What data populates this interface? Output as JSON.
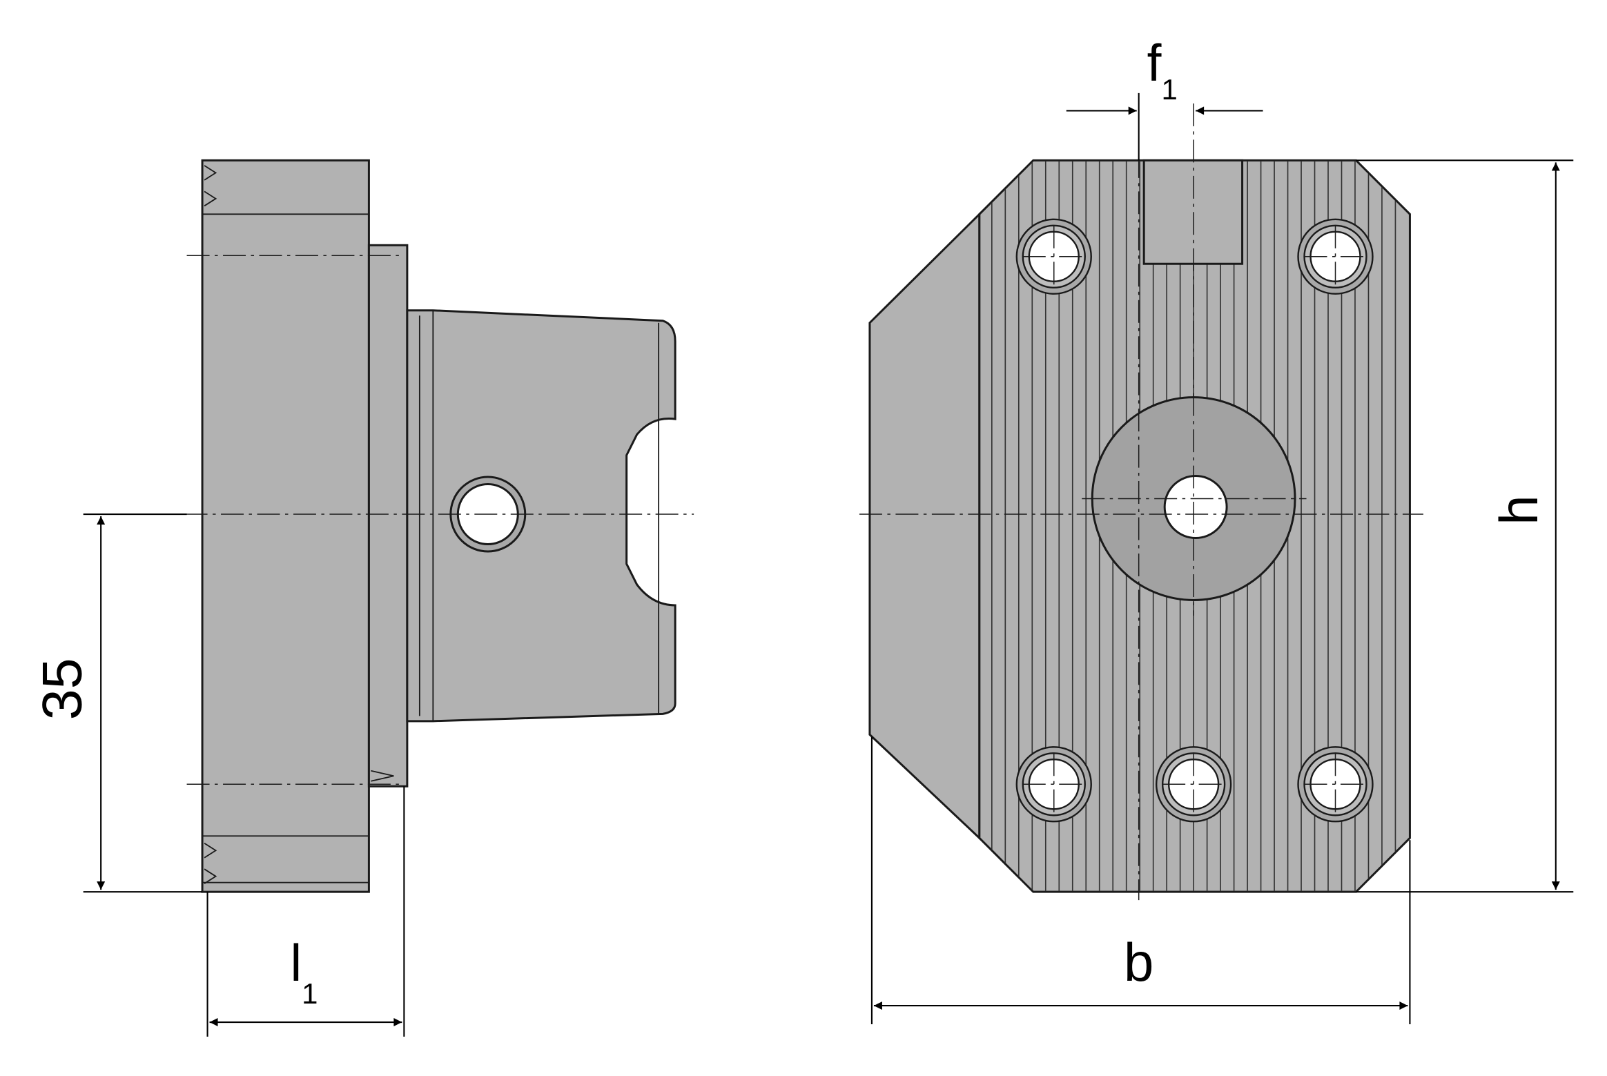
{
  "drawing": {
    "dimensions": {
      "height_label": "h",
      "width_label": "b",
      "offset_label": "f",
      "offset_subscript": "1",
      "length_label": "l",
      "length_subscript": "1",
      "center_height_value": "35"
    },
    "colors": {
      "part": "#b2b2b2",
      "hub": "#a2a2a2",
      "line": "#1a1a1a"
    }
  }
}
